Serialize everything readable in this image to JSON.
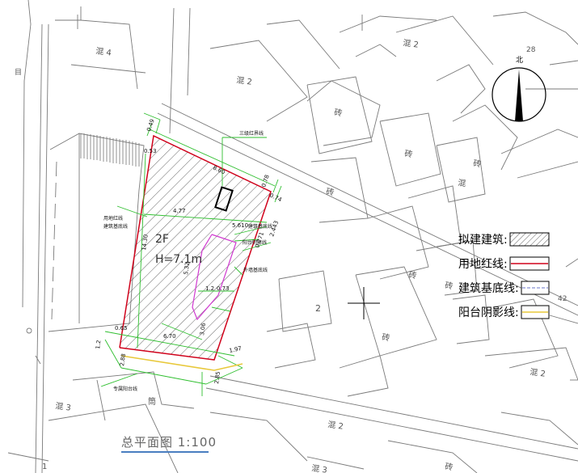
{
  "compass": {
    "label": "北"
  },
  "parcel_labels": [
    {
      "id": "hun4_a",
      "text": "混 4"
    },
    {
      "id": "hun2_a",
      "text": "混 2"
    },
    {
      "id": "hun2_b",
      "text": "混 2"
    },
    {
      "id": "hun2_c",
      "text": "混 2"
    },
    {
      "id": "hun2_d",
      "text": "混 2"
    },
    {
      "id": "hun3_a",
      "text": "混 3"
    },
    {
      "id": "hun3_b",
      "text": "混 3"
    },
    {
      "id": "zhuan_a",
      "text": "砖"
    },
    {
      "id": "zhuan_b",
      "text": "砖"
    },
    {
      "id": "zhuan_c",
      "text": "砖"
    },
    {
      "id": "zhuan_d",
      "text": "砖"
    },
    {
      "id": "zhuan_e",
      "text": "砖"
    },
    {
      "id": "zhuan_f",
      "text": "砖"
    },
    {
      "id": "zhuan_g",
      "text": "砖"
    },
    {
      "id": "zhuan_h",
      "text": "砖"
    },
    {
      "id": "hun_a",
      "text": "混"
    },
    {
      "id": "num2",
      "text": "2"
    },
    {
      "id": "num28",
      "text": "28"
    },
    {
      "id": "num42",
      "text": "42"
    },
    {
      "id": "num1",
      "text": "1"
    },
    {
      "id": "mu",
      "text": "目"
    },
    {
      "id": "jian",
      "text": "筒"
    }
  ],
  "building": {
    "floors": "2F",
    "height": "H=7.1m"
  },
  "dimensions": {
    "d_0_49": "0.49",
    "d_0_53": "0.53",
    "d_8_60": "8.60",
    "d_0_78": "0.78",
    "d_0_74": "0.74",
    "d_4_77": "4.77",
    "d_5_610": "5.610",
    "d_2_443": "2.443",
    "d_0_271": "0.271",
    "d_14_30": "14.30",
    "d_5_32": "5.32",
    "d_1_2": "1.2",
    "d_0_73": "0.73",
    "d_6_70": "6.70",
    "d_3_06": "3.06",
    "d_0_65": "0.65",
    "d_1_2b": "1.2",
    "d_2_88": "2.88",
    "d_1_97": "1.97",
    "d_2_85": "2.85"
  },
  "annotations": {
    "sanjicheng": "三级红界线",
    "yongdi_left": "用地红线",
    "jianzhu_left": "建筑基底线",
    "jianzhu_right": "建筑基底线",
    "yangtai": "阳台阴影线",
    "waiqiang": "外墙基底线",
    "yangtai_bottom": "专属阳台线"
  },
  "legend": {
    "items": [
      {
        "label": "拟建建筑:",
        "swatch": "hatch"
      },
      {
        "label": "用地红线:",
        "swatch": "red-line"
      },
      {
        "label": "建筑基底线:",
        "swatch": "blue-dash"
      },
      {
        "label": "阳台阴影线:",
        "swatch": "yellow-line"
      }
    ]
  },
  "title": {
    "text": "总平面图 1:100"
  },
  "colors": {
    "site_boundary": "#d0021b",
    "dimension": "#2fbf2f",
    "building_outline": "#d03ad0",
    "balcony_shadow": "#e8c83a",
    "base_dash": "#6a74c8",
    "map_lines": "#7a7a7a",
    "title_underline": "#4a7ec0"
  }
}
